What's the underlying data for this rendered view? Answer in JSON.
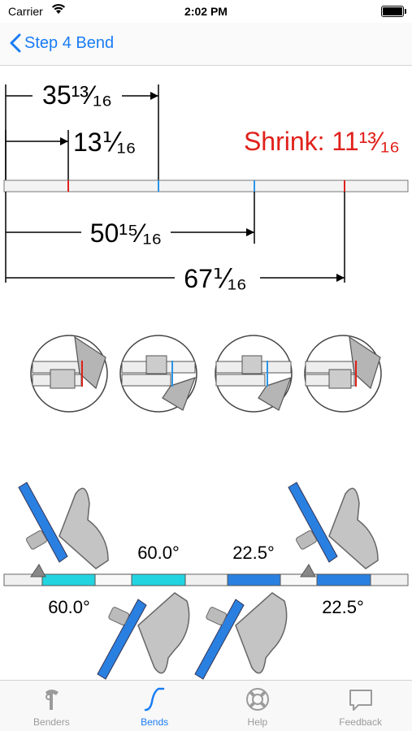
{
  "status_bar": {
    "carrier": "Carrier",
    "time": "2:02 PM"
  },
  "nav": {
    "back_label": "Step 4 Bend"
  },
  "measurements": {
    "m1": "35¹³⁄₁₆",
    "m2": "13⅟₁₆",
    "shrink": "Shrink: 11¹³⁄₁₆",
    "m3": "50¹⁵⁄₁₆",
    "m4": "67⅟₁₆"
  },
  "bends": {
    "b1_angle": "60.0°",
    "b2_angle": "60.0°",
    "b3_angle": "22.5°",
    "b4_angle": "22.5°"
  },
  "tabs": [
    {
      "label": "Benders",
      "icon": "bender-icon"
    },
    {
      "label": "Bends",
      "icon": "bend-curve-icon"
    },
    {
      "label": "Help",
      "icon": "lifebuoy-icon"
    },
    {
      "label": "Feedback",
      "icon": "speech-bubble-icon"
    }
  ],
  "colors": {
    "accent": "#1a7cf5",
    "red_mark": "#e0201a",
    "blue_mark": "#2a95e8",
    "pipe_blue": "#2a80e0",
    "cyan": "#22d4e0"
  }
}
